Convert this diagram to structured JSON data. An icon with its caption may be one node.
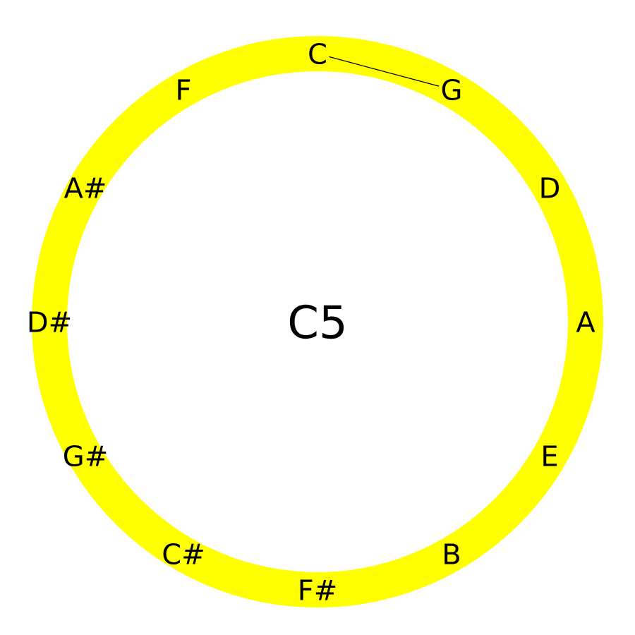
{
  "diagram": {
    "nodes": [
      {
        "text": [
          "C"
        ]
      },
      {
        "text": [
          "G"
        ]
      },
      {
        "text": [
          "D"
        ]
      },
      {
        "text": [
          "A"
        ]
      },
      {
        "text": [
          "E"
        ]
      },
      {
        "text": [
          "B"
        ]
      },
      {
        "text": [
          "F#"
        ]
      },
      {
        "text": [
          "C#"
        ]
      },
      {
        "text": [
          "G#"
        ]
      },
      {
        "text": [
          "D#"
        ]
      },
      {
        "text": [
          "A#"
        ]
      },
      {
        "text": [
          "F"
        ]
      }
    ],
    "edges": [
      {
        "from": 0,
        "to": 1,
        "arrow": "none"
      }
    ],
    "labels": [
      "C5"
    ]
  }
}
